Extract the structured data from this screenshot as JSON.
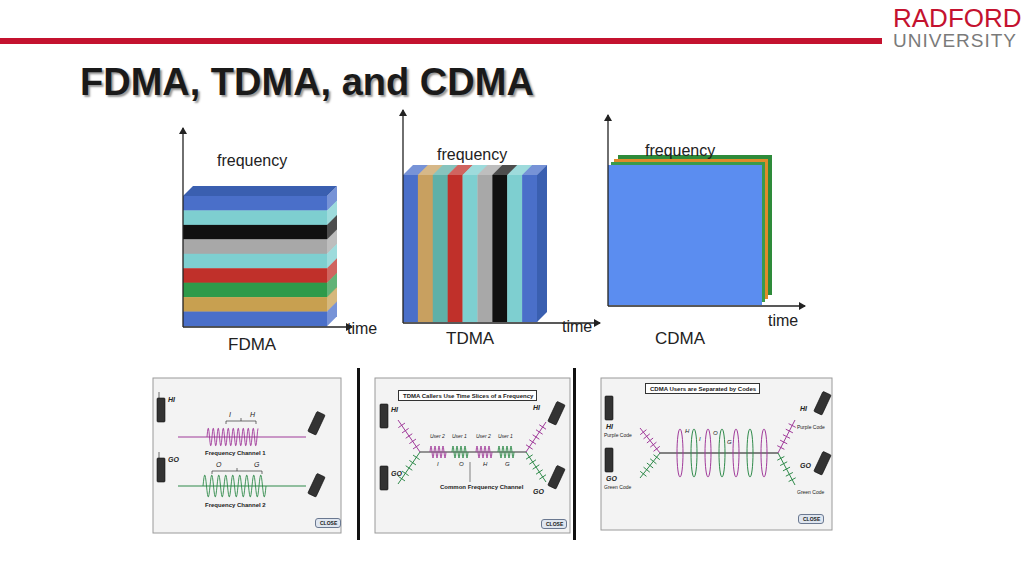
{
  "diagram": {
    "title": "FDMA, TDMA, and CDMA",
    "nodes": [
      {
        "text": [
          "CLOSE"
        ]
      },
      {
        "text": [
          "TDMA Callers Use Time Slices of a Frequency"
        ]
      },
      {
        "text": [
          "CLOSE"
        ]
      },
      {
        "text": [
          "CDMA Users are Separated by Codes"
        ]
      },
      {
        "text": [
          "CLOSE"
        ]
      }
    ],
    "labels": [
      "RADFORD",
      "UNIVERSITY",
      "frequency",
      "time",
      "FDMA",
      "frequency",
      "time",
      "TDMA",
      "frequency",
      "time",
      "CDMA",
      "HI",
      "I",
      "H",
      "Frequency Channel 1",
      "GO",
      "O",
      "G",
      "Frequency Channel 2",
      "HI",
      "GO",
      "User 2",
      "User 1",
      "User 2",
      "User 1",
      "I",
      "O",
      "H",
      "G",
      "Common Frequency Channel",
      "HI",
      "GO",
      "HI",
      "Purple Code",
      "GO",
      "Green Code",
      "H",
      "I",
      "O",
      "G",
      "HI",
      "Purple Code",
      "GO",
      "Green Code"
    ]
  }
}
